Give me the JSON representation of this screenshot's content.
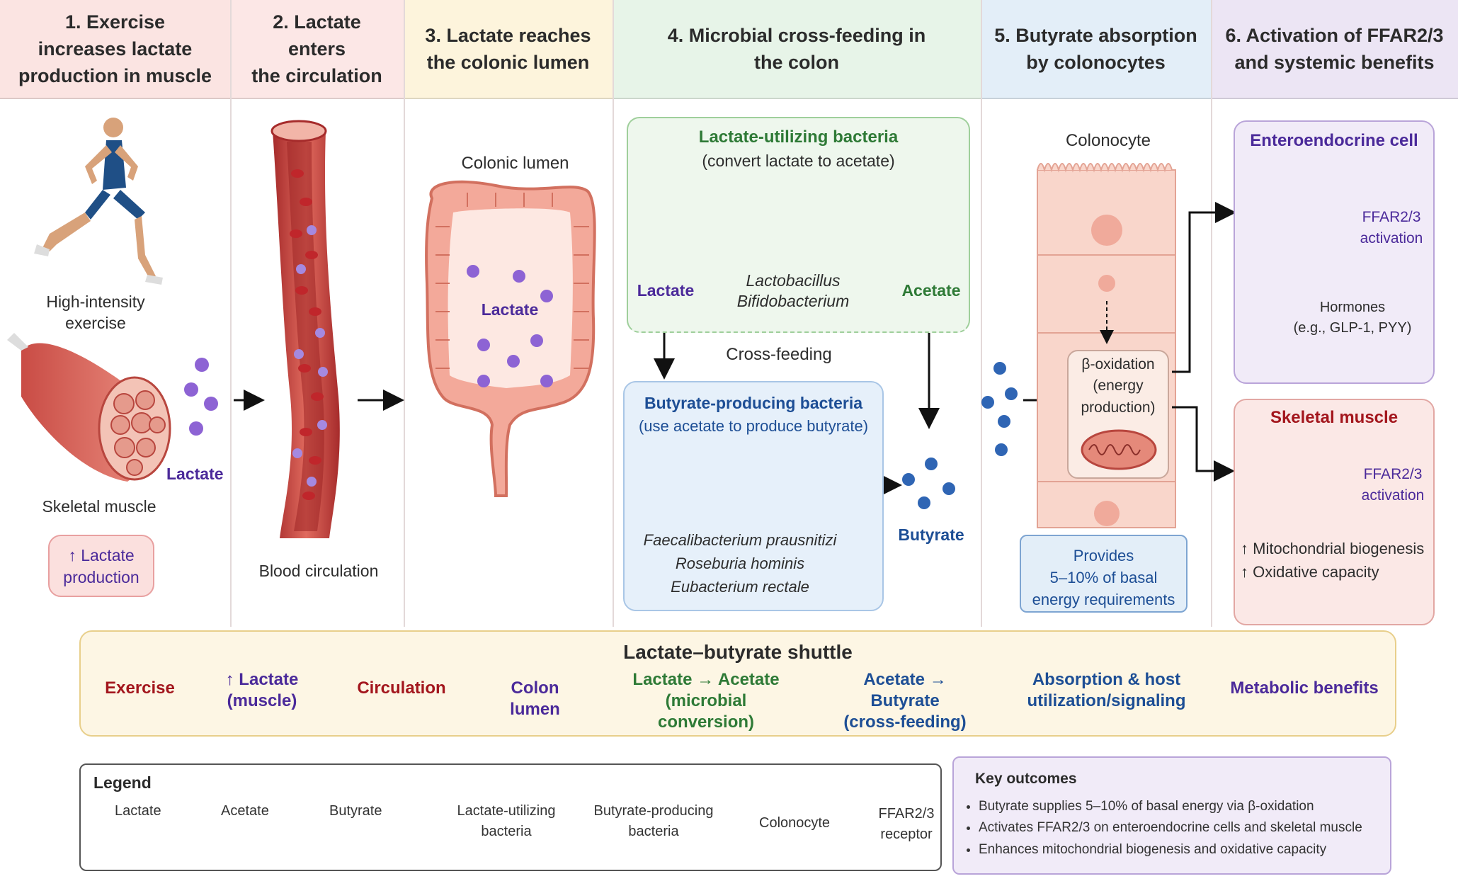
{
  "headers": [
    {
      "label": "1. Exercise\nincreases lactate\nproduction in muscle",
      "bg": "#fbe4e2"
    },
    {
      "label": "2. Lactate enters\nthe circulation",
      "bg": "#fce7e6"
    },
    {
      "label": "3. Lactate reaches\nthe colonic lumen",
      "bg": "#fdf4dc"
    },
    {
      "label": "4. Microbial cross-feeding in\nthe colon",
      "bg": "#e7f4e8"
    },
    {
      "label": "5. Butyrate absorption\nby colonocytes",
      "bg": "#e3eef8"
    },
    {
      "label": "6. Activation of FFAR2/3\nand systemic benefits",
      "bg": "#ece5f4"
    }
  ],
  "panel1": {
    "runner_label": "High-intensity\nexercise",
    "muscle_label": "Skeletal muscle",
    "lactate_label": "Lactate",
    "badge": "↑ Lactate\nproduction"
  },
  "panel2": {
    "vessel_label": "Blood circulation"
  },
  "panel3": {
    "colon_title": "Colonic lumen",
    "lactate_label": "Lactate"
  },
  "panel4": {
    "lub_title": "Lactate-utilizing bacteria",
    "lub_subtitle": "(convert lactate to acetate)",
    "lactate_label": "Lactate",
    "acetate_label": "Acetate",
    "lub_species": [
      "Lactobacillus",
      "Bifidobacterium"
    ],
    "cross_feeding": "Cross-feeding",
    "bpb_title": "Butyrate-producing bacteria",
    "bpb_subtitle": "(use acetate to produce butyrate)",
    "bpb_species": [
      "Faecalibacterium prausnitizi",
      "Roseburia hominis",
      "Eubacterium rectale"
    ],
    "butyrate_label": "Butyrate"
  },
  "panel5": {
    "colonocyte_label": "Colonocyte",
    "beta_ox": "β-oxidation\n(energy\nproduction)",
    "provides": "Provides\n5–10% of basal\nenergy requirements"
  },
  "panel6": {
    "ee_title": "Enteroendocrine cell",
    "ee_ffar": "FFAR2/3\nactivation",
    "hormones": "Hormones\n(e.g., GLP-1, PYY)",
    "sm_title": "Skeletal muscle",
    "sm_ffar": "FFAR2/3\nactivation",
    "benefit1": "↑ Mitochondrial biogenesis",
    "benefit2": "↑ Oxidative capacity"
  },
  "shuttle": {
    "title": "Lactate–butyrate shuttle",
    "steps": [
      {
        "label": "Exercise",
        "color": "#a3161d"
      },
      {
        "label": "↑ Lactate\n(muscle)",
        "color": "#4b2a9a"
      },
      {
        "label": "Circulation",
        "color": "#a3161d"
      },
      {
        "label": "Colon lumen",
        "color": "#4b2a9a"
      },
      {
        "label": "Lactate → Acetate\n(microbial conversion)",
        "color": "#2e7a36"
      },
      {
        "label": "Acetate → Butyrate\n(cross-feeding)",
        "color": "#1d4e95"
      },
      {
        "label": "Absorption & host\nutilization/signaling",
        "color": "#1d4e95"
      },
      {
        "label": "Metabolic benefits",
        "color": "#4b2a9a"
      }
    ]
  },
  "legend": {
    "title": "Legend",
    "items": [
      {
        "label": "Lactate"
      },
      {
        "label": "Acetate"
      },
      {
        "label": "Butyrate"
      },
      {
        "label": "Lactate-utilizing\nbacteria"
      },
      {
        "label": "Butyrate-producing\nbacteria"
      },
      {
        "label": "Colonocyte"
      },
      {
        "label": "FFAR2/3\nreceptor"
      }
    ]
  },
  "key_outcomes": {
    "title": "Key outcomes",
    "items": [
      "Butyrate supplies 5–10% of basal energy via β-oxidation",
      "Activates FFAR2/3 on enteroendocrine cells and skeletal muscle",
      "Enhances mitochondrial biogenesis and oxidative capacity"
    ]
  }
}
